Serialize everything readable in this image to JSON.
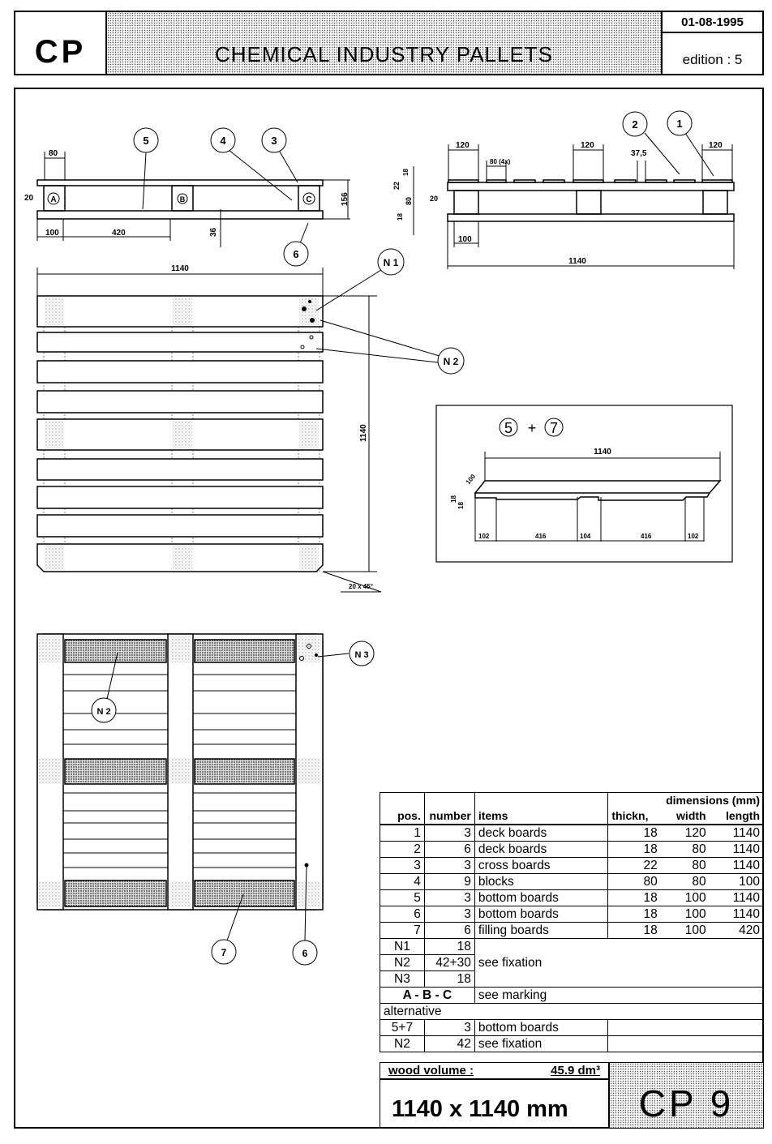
{
  "header": {
    "code": "CP",
    "title": "CHEMICAL INDUSTRY PALLETS",
    "date": "01-08-1995",
    "edition": "edition : 5"
  },
  "side_view_left": {
    "callouts": {
      "p5": "5",
      "p4": "4",
      "p3": "3",
      "p6": "6"
    },
    "markings": {
      "a": "A",
      "b": "B",
      "c": "C"
    },
    "dims": {
      "d80": "80",
      "d20": "20",
      "d100": "100",
      "d420": "420",
      "d36": "36",
      "d156": "156"
    }
  },
  "side_view_right": {
    "callouts": {
      "p2": "2",
      "p1": "1"
    },
    "dims": {
      "d120a": "120",
      "d80x4": "80 (4x)",
      "d120b": "120",
      "d37": "37,5",
      "d120c": "120",
      "d18a": "18",
      "d22": "22",
      "d80": "80",
      "d20": "20",
      "d18b": "18",
      "d100": "100",
      "d1140": "1140"
    }
  },
  "top_view": {
    "dim_width": "1140",
    "dim_length": "1140",
    "n1": "N 1",
    "n2": "N 2",
    "chamfer": "20 x 45°"
  },
  "bottom_view": {
    "n3": "N 3",
    "n2": "N 2",
    "p7": "7",
    "p6": "6"
  },
  "detail": {
    "p5": "5",
    "plus": "+",
    "p7": "7",
    "d1140": "1140",
    "d100": "100",
    "d18a": "18",
    "d18b": "18",
    "d102a": "102",
    "d416a": "416",
    "d104": "104",
    "d416b": "416",
    "d102b": "102"
  },
  "table": {
    "dimensions_header": "dimensions (mm)",
    "headers": {
      "pos": "pos.",
      "number": "number",
      "items": "items",
      "thickn": "thickn,",
      "width": "width",
      "length": "length"
    },
    "rows": [
      {
        "pos": "1",
        "number": "3",
        "item": "deck boards",
        "thickn": "18",
        "width": "120",
        "length": "1140"
      },
      {
        "pos": "2",
        "number": "6",
        "item": "deck boards",
        "thickn": "18",
        "width": "80",
        "length": "1140"
      },
      {
        "pos": "3",
        "number": "3",
        "item": "cross boards",
        "thickn": "22",
        "width": "80",
        "length": "1140"
      },
      {
        "pos": "4",
        "number": "9",
        "item": "blocks",
        "thickn": "80",
        "width": "80",
        "length": "100"
      },
      {
        "pos": "5",
        "number": "3",
        "item": "bottom boards",
        "thickn": "18",
        "width": "100",
        "length": "1140"
      },
      {
        "pos": "6",
        "number": "3",
        "item": "bottom boards",
        "thickn": "18",
        "width": "100",
        "length": "1140"
      },
      {
        "pos": "7",
        "number": "6",
        "item": "filling boards",
        "thickn": "18",
        "width": "100",
        "length": "420"
      }
    ],
    "nails": [
      {
        "pos": "N1",
        "number": "18"
      },
      {
        "pos": "N2",
        "number": "42+30",
        "item": "see fixation"
      },
      {
        "pos": "N3",
        "number": "18"
      }
    ],
    "marking": {
      "pos": "A - B - C",
      "item": "see marking"
    },
    "alternative_label": "alternative",
    "alternative": [
      {
        "pos": "5+7",
        "number": "3",
        "item": "bottom boards"
      },
      {
        "pos": "N2",
        "number": "42",
        "item": "see fixation"
      }
    ],
    "wood_volume_label": "wood volume :",
    "wood_volume_value": "45.9 dm³",
    "size": "1140 x 1140  mm",
    "code": "CP 9"
  }
}
